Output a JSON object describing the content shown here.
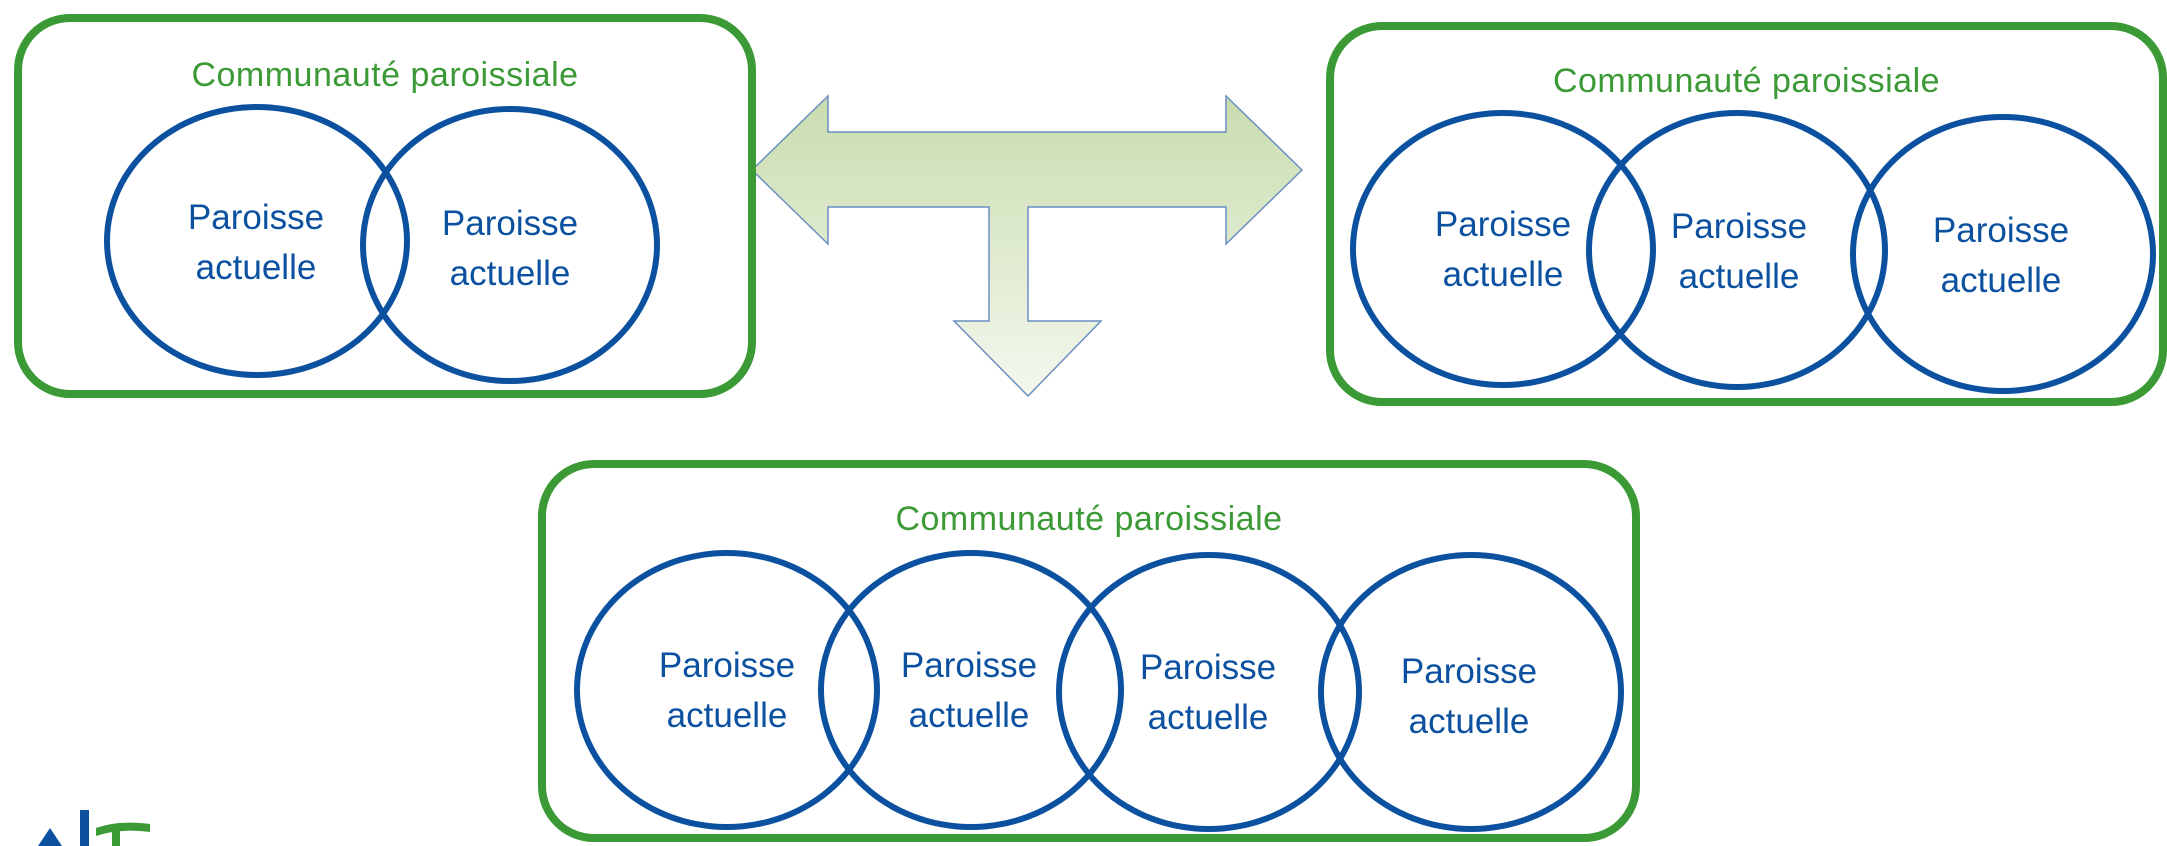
{
  "group_title": "Communauté paroissiale",
  "parish_label_line1": "Paroisse",
  "parish_label_line2": "actuelle",
  "groups": [
    {
      "title": "Communauté paroissiale",
      "parishes": [
        {
          "line1": "Paroisse",
          "line2": "actuelle"
        },
        {
          "line1": "Paroisse",
          "line2": "actuelle"
        }
      ]
    },
    {
      "title": "Communauté paroissiale",
      "parishes": [
        {
          "line1": "Paroisse",
          "line2": "actuelle"
        },
        {
          "line1": "Paroisse",
          "line2": "actuelle"
        },
        {
          "line1": "Paroisse",
          "line2": "actuelle"
        }
      ]
    },
    {
      "title": "Communauté paroissiale",
      "parishes": [
        {
          "line1": "Paroisse",
          "line2": "actuelle"
        },
        {
          "line1": "Paroisse",
          "line2": "actuelle"
        },
        {
          "line1": "Paroisse",
          "line2": "actuelle"
        },
        {
          "line1": "Paroisse",
          "line2": "actuelle"
        }
      ]
    }
  ],
  "colors": {
    "group_border": "#3b9a35",
    "group_title": "#3b9a35",
    "parish_circle": "#0b51a0",
    "parish_text": "#0b51a0",
    "arrow_fill_light": "#eef4e4",
    "arrow_fill_dark": "#c9dcae",
    "arrow_stroke": "#4f81bd"
  },
  "icons": {
    "connector": "t-shaped-three-way-arrow-icon",
    "logo": "logo-mark-icon"
  }
}
